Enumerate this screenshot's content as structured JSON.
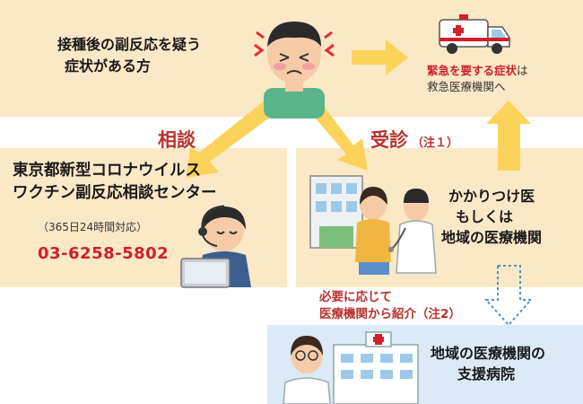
{
  "patient": {
    "line1": "接種後の副反応を疑う",
    "line2": "症状がある方"
  },
  "emergency": {
    "highlight": "緊急を要する症状",
    "suffix": "は",
    "line2": "救急医療機関へ"
  },
  "labels": {
    "consult": "相談",
    "visit": "受診",
    "visit_note": "（注１）"
  },
  "center": {
    "name_line1": "東京都新型コロナウイルス",
    "name_line2": "ワクチン副反応相談センター",
    "hours": "（365日24時間対応）",
    "phone": "03-6258-5802"
  },
  "doctor": {
    "line1": "かかりつけ医",
    "line2": "もしくは",
    "line3": "地域の医療機関"
  },
  "referral": {
    "line1": "必要に応じて",
    "line2": "医療機関から紹介（注2）"
  },
  "support": {
    "line1": "地域の医療機関の",
    "line2": "支援病院"
  },
  "colors": {
    "panel_orange": "#fbe8c6",
    "panel_blue": "#dce9f6",
    "arrow_yellow": "#fcd35a",
    "accent_red": "#d0202a",
    "label_red": "#b8332d",
    "dotted_blue": "#4a90c8"
  }
}
